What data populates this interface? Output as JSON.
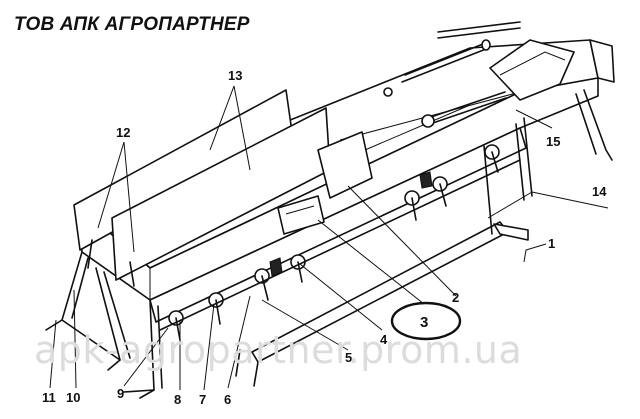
{
  "header": {
    "company": "ТОВ АПК АГРОПАРТНЕР"
  },
  "watermark": {
    "text": "apk-agropartner.prom.ua"
  },
  "callouts": [
    {
      "id": "c1",
      "label": "1"
    },
    {
      "id": "c2",
      "label": "2"
    },
    {
      "id": "c3",
      "label": "3",
      "highlighted": true
    },
    {
      "id": "c4",
      "label": "4"
    },
    {
      "id": "c5",
      "label": "5"
    },
    {
      "id": "c6",
      "label": "6"
    },
    {
      "id": "c7",
      "label": "7"
    },
    {
      "id": "c8",
      "label": "8"
    },
    {
      "id": "c9",
      "label": "9"
    },
    {
      "id": "c10",
      "label": "10"
    },
    {
      "id": "c11",
      "label": "11"
    },
    {
      "id": "c12",
      "label": "12"
    },
    {
      "id": "c13",
      "label": "13"
    },
    {
      "id": "c14",
      "label": "14"
    },
    {
      "id": "c15",
      "label": "15"
    }
  ],
  "colors": {
    "line": "#111111",
    "highlight_ring": "#111111",
    "watermark": "#dcdcdc"
  }
}
